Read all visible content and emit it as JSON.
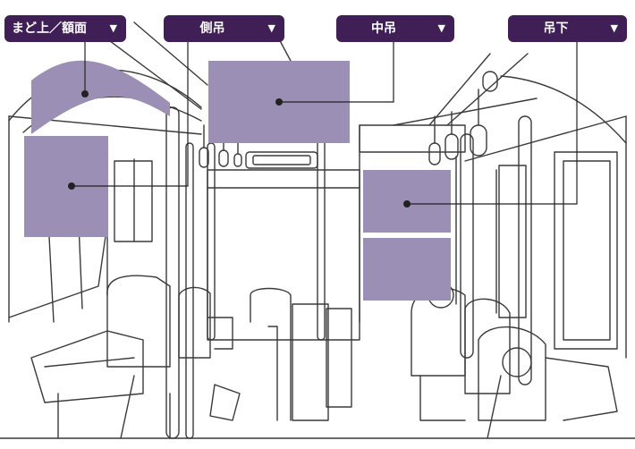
{
  "colors": {
    "panel": "#9b8fb5",
    "label_bg": "#3f1f56",
    "label_text": "#ffffff",
    "line": "#3a3a3a",
    "ink": "#222222"
  },
  "labels": [
    {
      "text": "まど上／額面",
      "arrow": "▼"
    },
    {
      "text": "側吊",
      "arrow": "▼"
    },
    {
      "text": "中吊",
      "arrow": "▼"
    },
    {
      "text": "吊下",
      "arrow": "▼"
    }
  ]
}
